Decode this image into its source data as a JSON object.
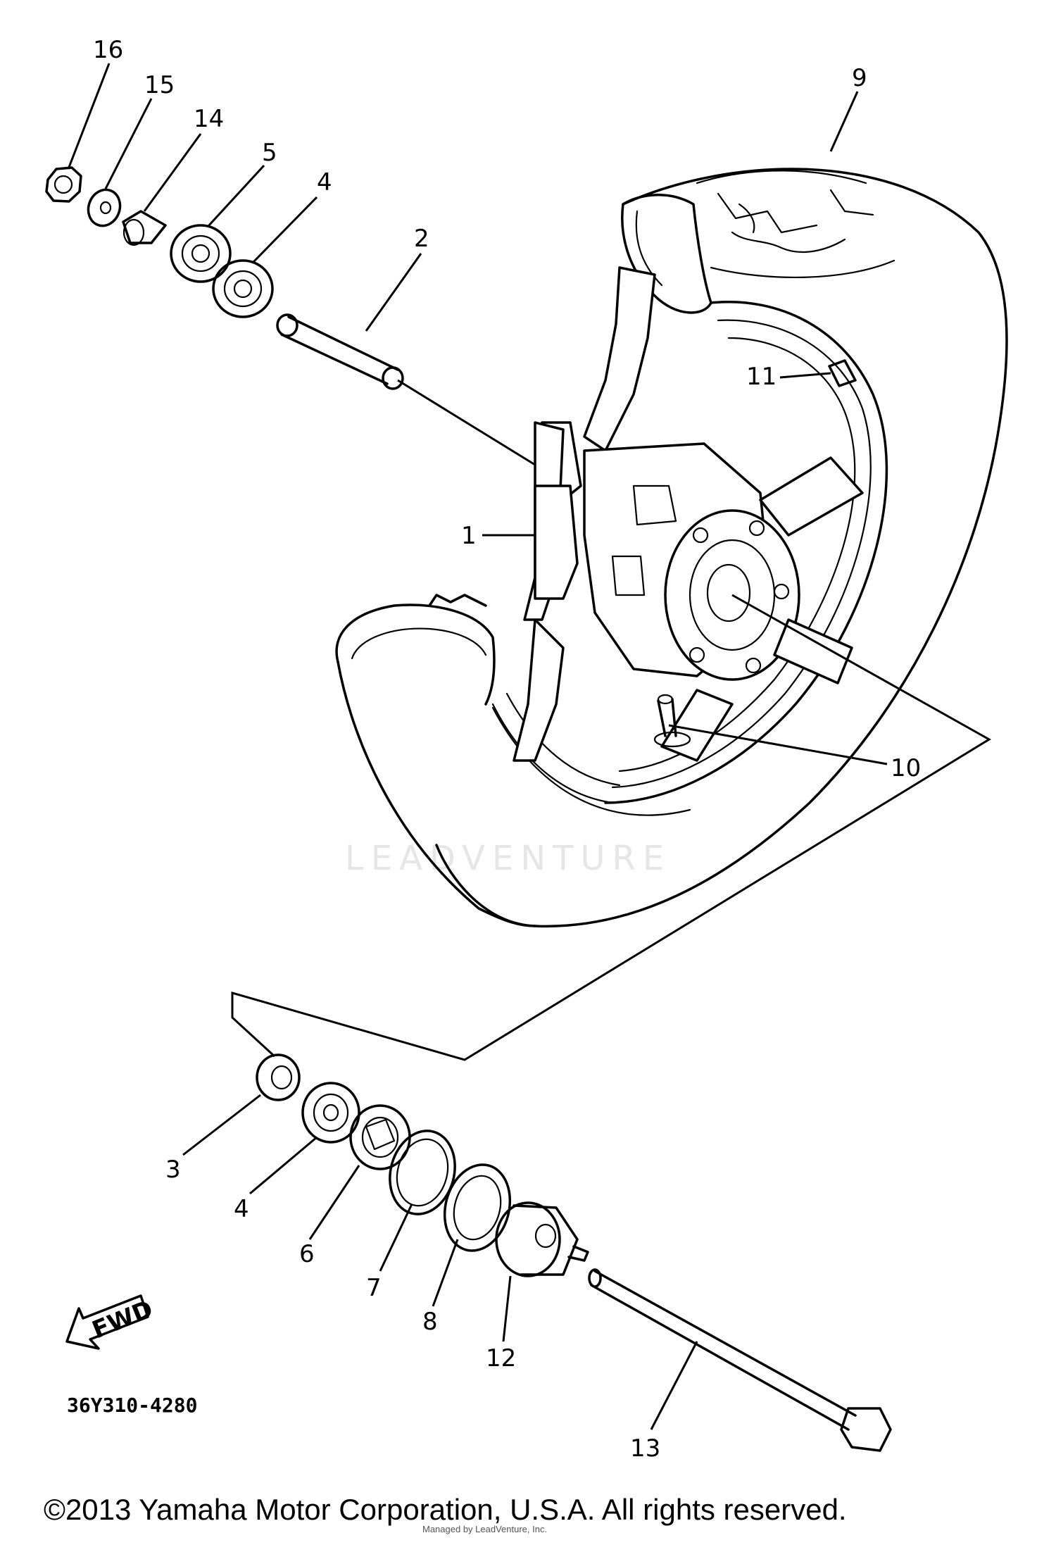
{
  "callouts": [
    {
      "id": "1",
      "text": "1"
    },
    {
      "id": "2",
      "text": "2"
    },
    {
      "id": "3",
      "text": "3"
    },
    {
      "id": "4a",
      "text": "4"
    },
    {
      "id": "4b",
      "text": "4"
    },
    {
      "id": "5",
      "text": "5"
    },
    {
      "id": "6",
      "text": "6"
    },
    {
      "id": "7",
      "text": "7"
    },
    {
      "id": "8",
      "text": "8"
    },
    {
      "id": "9",
      "text": "9"
    },
    {
      "id": "10",
      "text": "10"
    },
    {
      "id": "11",
      "text": "11"
    },
    {
      "id": "12",
      "text": "12"
    },
    {
      "id": "13",
      "text": "13"
    },
    {
      "id": "14",
      "text": "14"
    },
    {
      "id": "15",
      "text": "15"
    },
    {
      "id": "16",
      "text": "16"
    }
  ],
  "fwd_label": "FWD",
  "doc_code": "36Y310-4280",
  "watermark": "LEADVENTURE",
  "copyright": "©2013 Yamaha Motor Corporation, U.S.A. All rights reserved.",
  "credit": "Managed by LeadVenture, Inc."
}
